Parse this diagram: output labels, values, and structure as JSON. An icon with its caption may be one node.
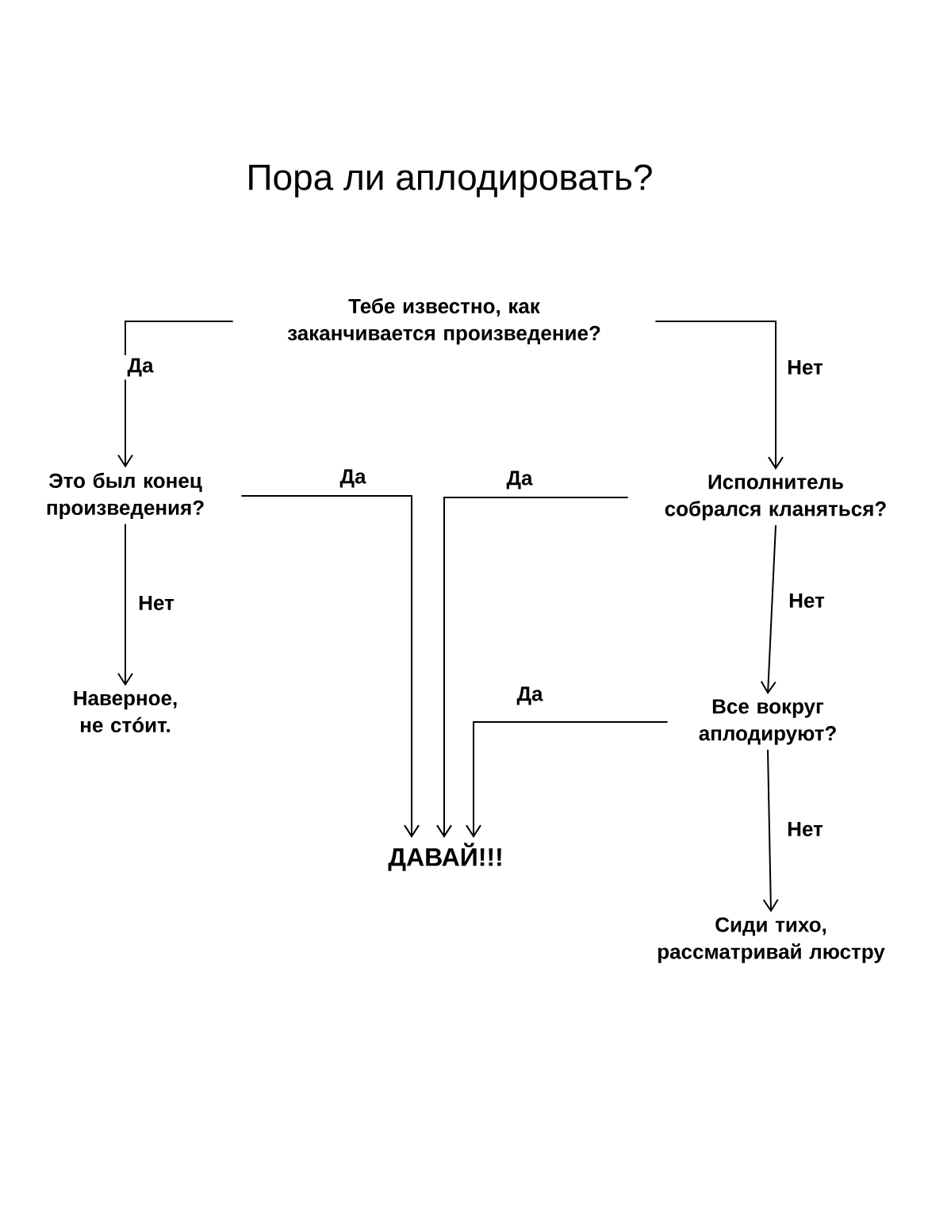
{
  "diagram": {
    "title": "Пора ли аплодировать?",
    "nodes": [
      {
        "text": [
          "Тебе известно, как заканчивается произведение?"
        ]
      },
      {
        "text": [
          "Это был конец произведения?"
        ]
      },
      {
        "text": [
          "Исполнитель собрался кланяться?"
        ]
      },
      {
        "text": [
          "Наверное, не стóит."
        ]
      },
      {
        "text": [
          "Все вокруг аплодируют?"
        ]
      },
      {
        "text": [
          "ДАВАЙ!!!"
        ]
      },
      {
        "text": [
          "Сиди тихо, рассматривай люстру"
        ]
      }
    ],
    "edges": [
      {
        "from": 0,
        "to": 1,
        "arrow": "to",
        "label": "Да"
      },
      {
        "from": 0,
        "to": 2,
        "arrow": "to",
        "label": "Нет"
      },
      {
        "from": 1,
        "to": 3,
        "arrow": "to",
        "label": "Нет"
      },
      {
        "from": 1,
        "to": 5,
        "arrow": "to",
        "label": "Да"
      },
      {
        "from": 2,
        "to": 5,
        "arrow": "to",
        "label": "Да"
      },
      {
        "from": 2,
        "to": 4,
        "arrow": "to",
        "label": "Нет"
      },
      {
        "from": 4,
        "to": 5,
        "arrow": "to",
        "label": "Да"
      },
      {
        "from": 4,
        "to": 6,
        "arrow": "to",
        "label": "Нет"
      }
    ]
  }
}
